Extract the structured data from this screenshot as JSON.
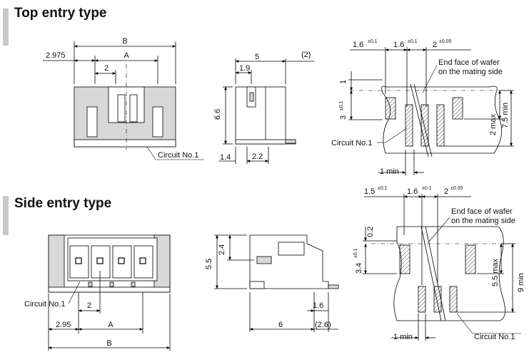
{
  "sections": {
    "top": {
      "title": "Top entry type"
    },
    "side": {
      "title": "Side entry type"
    }
  },
  "top_front": {
    "dim_b": "B",
    "dim_a": "A",
    "dim_offset": "2.975",
    "dim_pitch": "2",
    "circuit_label": "Circuit No.1"
  },
  "top_side": {
    "dim_width": "5",
    "dim_ref": "(2)",
    "dim_top": "1.9",
    "dim_height": "6.6",
    "dim_left": "1.4",
    "dim_foot": "2.2"
  },
  "top_pcb": {
    "pitch1": "1.6",
    "tol1": "±0.1",
    "pitch2": "1.6",
    "tol2": "±0.1",
    "pitch3": "2",
    "tol3": "±0.05",
    "wafer_note_1": "End face of wafer",
    "wafer_note_2": "on the mating side",
    "dim_1": "1",
    "dim_3": "3",
    "tol_3": "±0.1",
    "dim_2max": "2 max",
    "dim_75min": "7.5 min",
    "circuit_label": "Circuit No.1",
    "dim_1min": "1 min"
  },
  "side_front": {
    "circuit_label": "Circuit No.1",
    "dim_pitch": "2",
    "dim_offset": "2.95",
    "dim_a": "A",
    "dim_b": "B"
  },
  "side_side": {
    "dim_55": "5.5",
    "dim_24": "2.4",
    "dim_6": "6",
    "dim_16": "1.6",
    "dim_ref": "(2.6)"
  },
  "side_pcb": {
    "pitch1": "1.5",
    "tol1": "±0.1",
    "pitch2": "1.6",
    "tol2": "±0.1",
    "pitch3": "2",
    "tol3": "±0.05",
    "wafer_note_1": "End face of wafer",
    "wafer_note_2": "on the mating side",
    "dim_02": "0.2",
    "dim_34": "3.4",
    "tol_34": "±0.1",
    "dim_55max": "5.5 max",
    "dim_9min": "9 min",
    "dim_1min": "1 min",
    "circuit_label": "Circuit No.1"
  }
}
